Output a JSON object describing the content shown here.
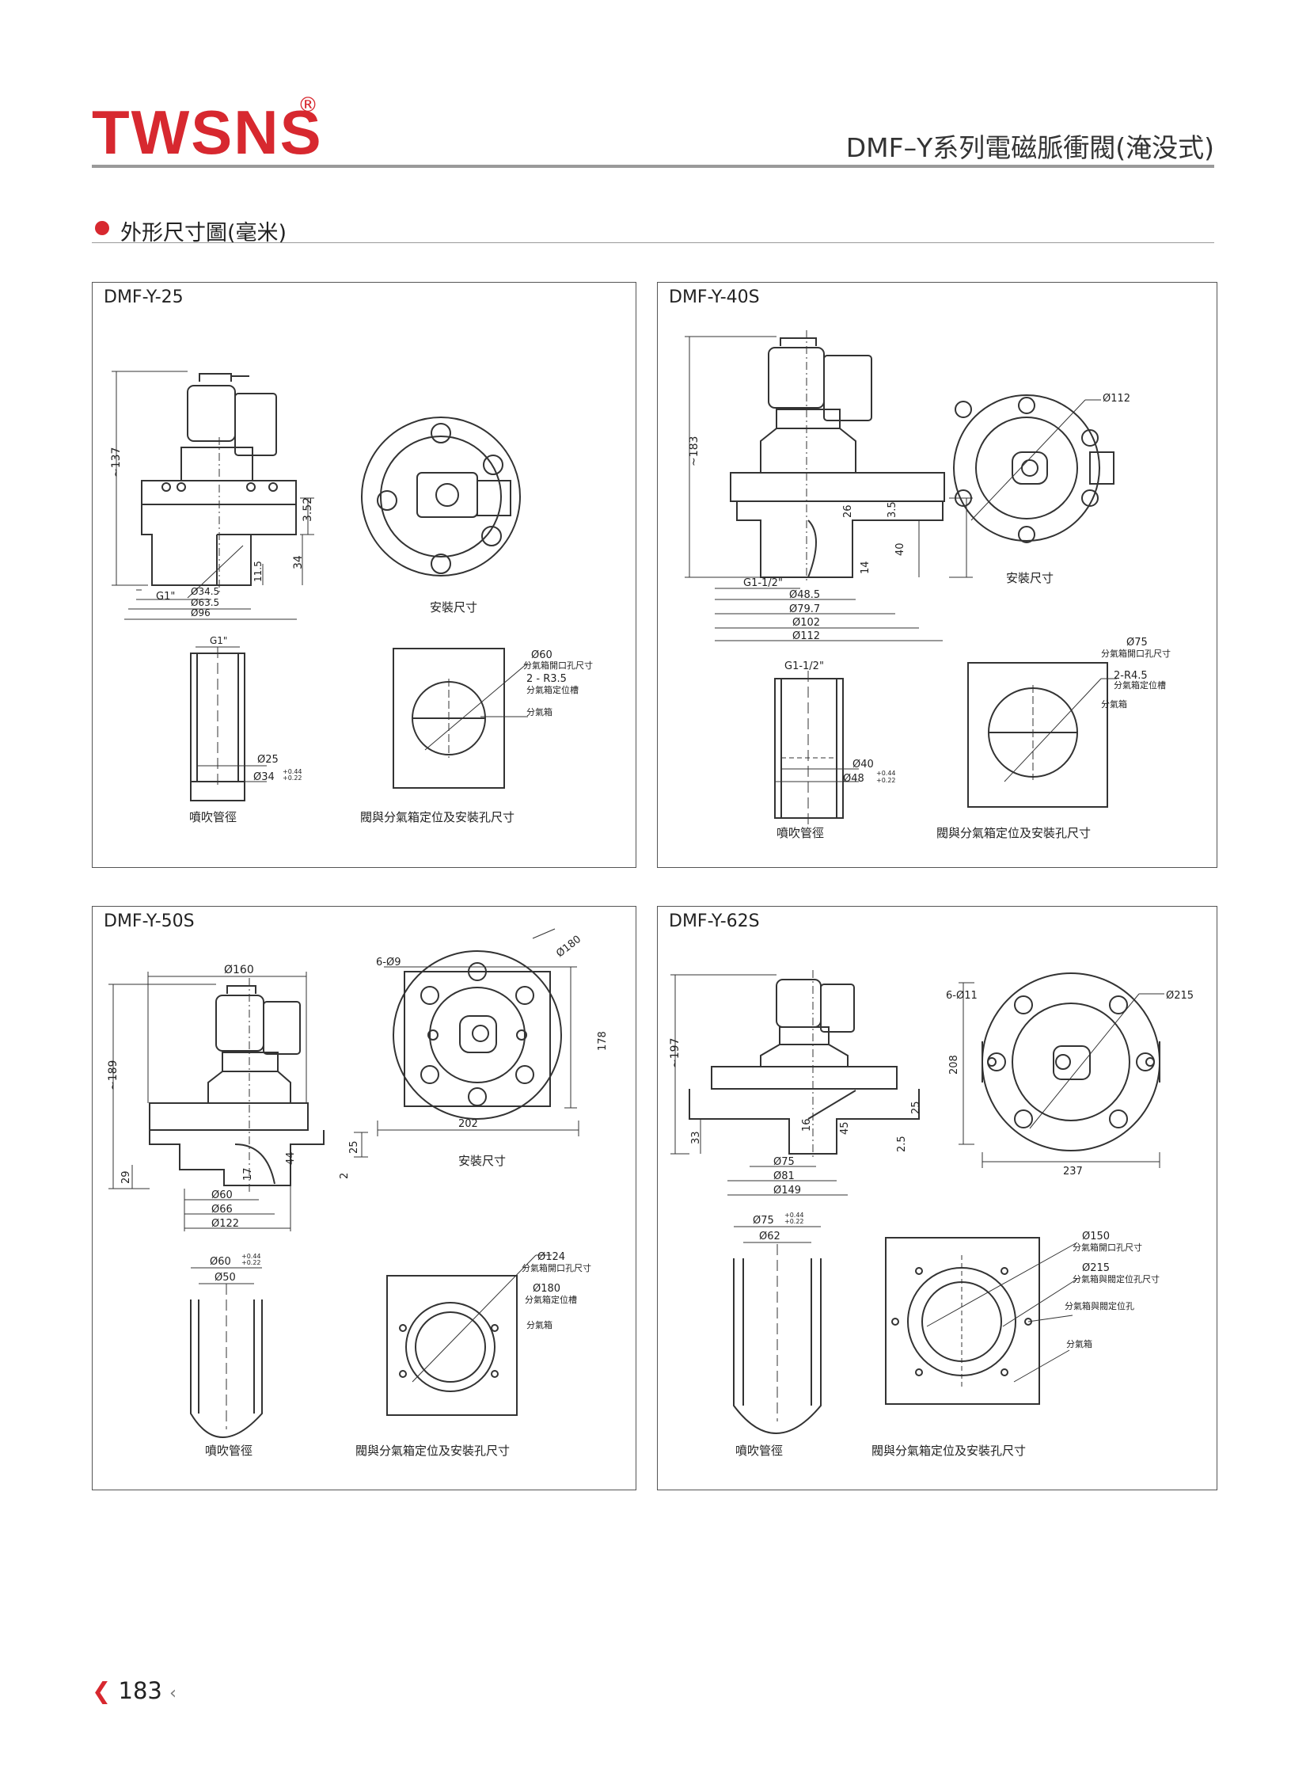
{
  "header": {
    "logo": "TWSNS",
    "registered_mark": "®",
    "title": "DMF–Y系列電磁脈衝閥(淹没式)"
  },
  "section": {
    "title": "外形尺寸圖(毫米)"
  },
  "panels": [
    {
      "model": "DMF-Y-25",
      "dims": [
        "~137",
        "3.52",
        "34",
        "11.5",
        "G1\"",
        "Ø34.5",
        "Ø63.5",
        "Ø96"
      ],
      "install_label": "安裝尺寸",
      "pipe_dims": [
        "G1\"",
        "Ø25",
        "Ø34"
      ],
      "pipe_tol": [
        "+0.44",
        "+0.22"
      ],
      "pipe_label": "噴吹管徑",
      "box_dims": [
        "Ø60",
        "分氣箱開口孔尺寸",
        "2 - R3.5",
        "分氣箱定位槽",
        "分氣箱"
      ],
      "box_label": "閥與分氣箱定位及安裝孔尺寸"
    },
    {
      "model": "DMF-Y-40S",
      "dims": [
        "~183",
        "26",
        "3.5",
        "40",
        "14",
        "G1-1/2\"",
        "Ø48.5",
        "Ø79.7",
        "Ø102",
        "Ø112"
      ],
      "flange_dim": "Ø112",
      "install_label": "安裝尺寸",
      "pipe_dims": [
        "G1-1/2\"",
        "Ø40",
        "Ø48"
      ],
      "pipe_tol": [
        "+0.44",
        "+0.22"
      ],
      "pipe_label": "噴吹管徑",
      "box_dims": [
        "Ø75",
        "分氣箱開口孔尺寸",
        "2-R4.5",
        "分氣箱定位槽",
        "分氣箱"
      ],
      "box_label": "閥與分氣箱定位及安裝孔尺寸"
    },
    {
      "model": "DMF-Y-50S",
      "dims": [
        "Ø160",
        "~189",
        "29",
        "17",
        "44",
        "2",
        "25",
        "Ø60",
        "Ø66",
        "Ø122"
      ],
      "flange_dims": [
        "6-Ø9",
        "Ø180",
        "178",
        "202"
      ],
      "install_label": "安裝尺寸",
      "pipe_dims": [
        "Ø60",
        "Ø50"
      ],
      "pipe_tol": [
        "+0.44",
        "+0.22"
      ],
      "pipe_label": "噴吹管徑",
      "box_dims": [
        "Ø124",
        "分氣箱開口孔尺寸",
        "Ø180",
        "分氣箱定位槽",
        "分氣箱"
      ],
      "box_label": "閥與分氣箱定位及安裝孔尺寸"
    },
    {
      "model": "DMF-Y-62S",
      "dims": [
        "~197",
        "33",
        "16",
        "45",
        "2.5",
        "25",
        "Ø75",
        "Ø81",
        "Ø149"
      ],
      "flange_dims": [
        "6-Ø11",
        "Ø215",
        "208",
        "237"
      ],
      "pipe_dims": [
        "Ø75",
        "Ø62"
      ],
      "pipe_tol": [
        "+0.44",
        "+0.22"
      ],
      "pipe_label": "噴吹管徑",
      "box_dims": [
        "Ø150",
        "分氣箱開口孔尺寸",
        "Ø215",
        "分氣箱與閥定位孔尺寸",
        "分氣箱與閥定位孔",
        "分氣箱"
      ],
      "box_label": "閥與分氣箱定位及安裝孔尺寸"
    }
  ],
  "footer": {
    "page_number": "183"
  },
  "colors": {
    "brand_red": "#d7282f",
    "rule_gray": "#9a9a9a",
    "line": "#333333"
  }
}
